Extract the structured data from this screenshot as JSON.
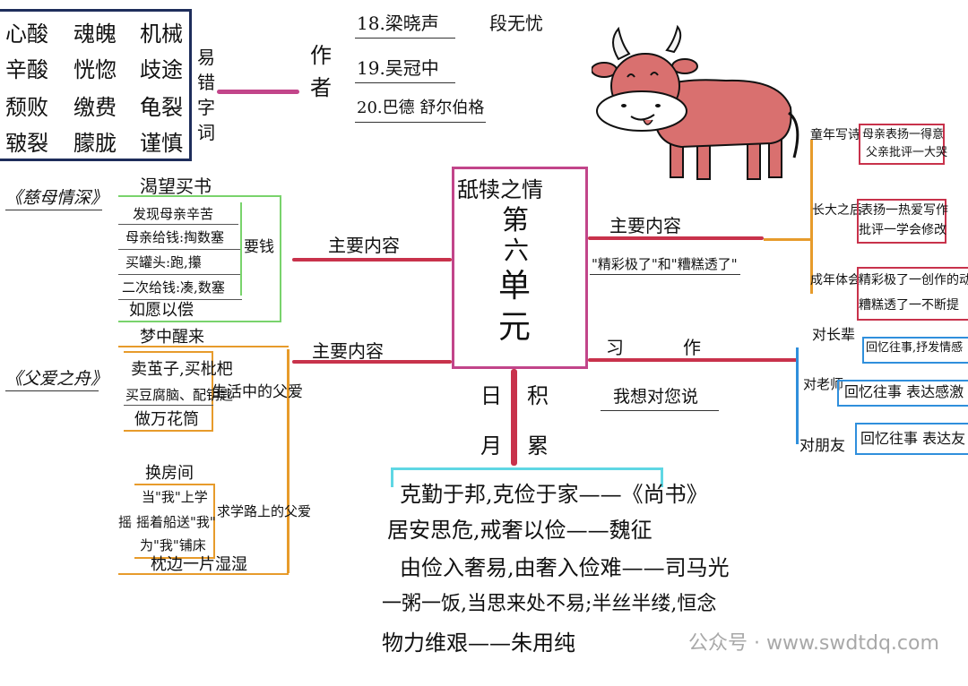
{
  "colors": {
    "red": "#c8324b",
    "pink": "#c2458a",
    "green": "#79d36c",
    "orange": "#e79b2b",
    "blue": "#2f8fdc",
    "cyan": "#5fd7e4",
    "navy": "#1e2d5b",
    "ink": "#111111",
    "cow_body": "#d9706f",
    "cow_face": "#ffffff"
  },
  "center": {
    "title": "舐犊之情",
    "unit": [
      "第",
      "六",
      "单",
      "元"
    ]
  },
  "hard_words": {
    "label": [
      "易",
      "错",
      "字",
      "词"
    ],
    "rows": [
      [
        "心酸",
        "魂魄",
        "机械"
      ],
      [
        "辛酸",
        "恍惚",
        "歧途"
      ],
      [
        "颓败",
        "缴费",
        "龟裂"
      ],
      [
        "皲裂",
        "朦胧",
        "谨慎"
      ]
    ]
  },
  "authors": {
    "label": [
      "作",
      "者"
    ],
    "items": [
      {
        "lesson": "18.梁晓声",
        "author": "段无忧"
      },
      {
        "lesson": "19.吴冠中",
        "author": ""
      },
      {
        "lesson": "20.巴德 舒尔伯格",
        "author": ""
      }
    ]
  },
  "left_top": {
    "title": "《慈母情深》",
    "branch": "主要内容",
    "group": "要钱",
    "items": [
      "渴望买书",
      "发现母亲辛苦",
      "母亲给钱:掏数塞",
      "买罐头:跑,攥",
      "二次给钱:凑,数塞",
      "如愿以偿"
    ]
  },
  "left_bottom": {
    "title": "《父爱之舟》",
    "branch": "主要内容",
    "group_life": "生活中的父爱",
    "items_life": [
      "梦中醒来",
      "卖茧子,买枇杷",
      "买豆腐脑、配钥匙",
      "做万花筒"
    ],
    "group_study": "求学路上的父爱",
    "prefix": "摇",
    "items_study": [
      "换房间",
      "当\"我\"上学",
      "摇着船送\"我\"",
      "为\"我\"铺床",
      "枕边一片湿湿"
    ]
  },
  "right_top": {
    "branch": "主要内容",
    "subtitle": "\"精彩极了\"和\"糟糕透了\"",
    "groups": [
      {
        "label": "童年写诗",
        "lines": [
          "母亲表扬一得意",
          "父亲批评一大哭"
        ]
      },
      {
        "label": "长大之后",
        "lines": [
          "表扬一热爱写作",
          "批评一学会修改"
        ]
      },
      {
        "label": "成年体会",
        "lines": [
          "精彩极了一创作的动",
          "糟糕透了一不断提"
        ]
      }
    ]
  },
  "right_bottom": {
    "branch": "习  作",
    "branch_prefix": "习",
    "subtitle": "我想对您说",
    "groups": [
      {
        "label": "对长辈",
        "line": "回忆往事,抒发情感"
      },
      {
        "label": "对老师",
        "line": "回忆往事 表达感激"
      },
      {
        "label": "对朋友",
        "line": "回忆往事 表达友"
      }
    ]
  },
  "accumulation": {
    "label": [
      "日",
      "积",
      "月",
      "累"
    ],
    "quotes": [
      "克勤于邦,克俭于家——《尚书》",
      "居安思危,戒奢以俭——魏征",
      "由俭入奢易,由奢入俭难——司马光",
      "一粥一饭,当思来处不易;半丝半缕,恒念",
      "物力维艰——朱用纯"
    ]
  },
  "watermark": "公众号 · www.swdtdq.com"
}
